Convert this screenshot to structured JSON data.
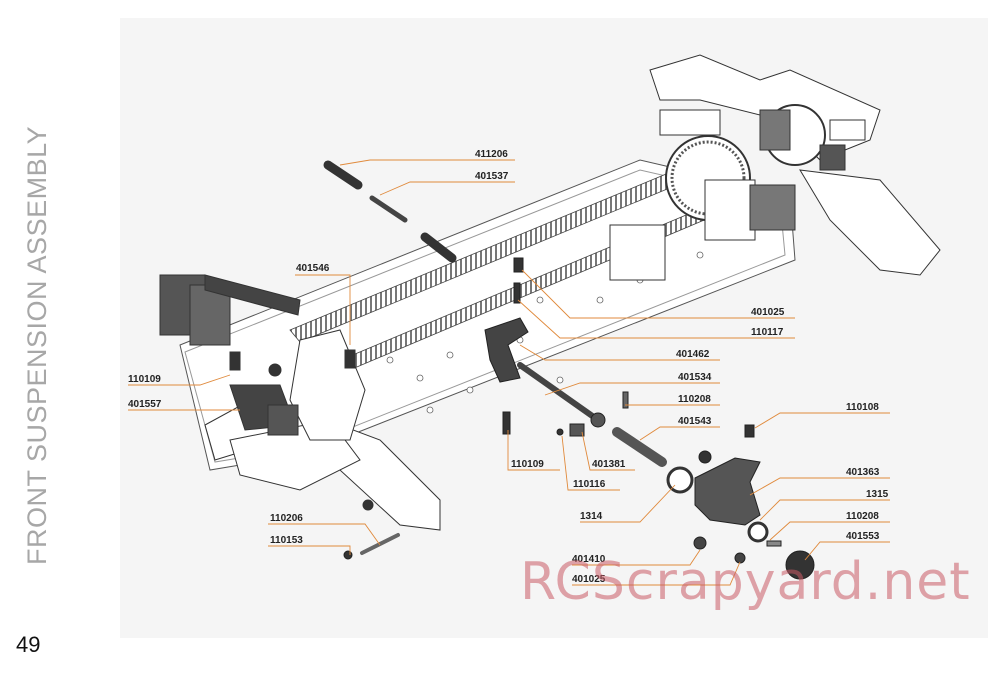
{
  "section_title": "FRONT SUSPENSION ASSEMBLY",
  "page_number": "49",
  "watermark": "RCScrapyard.net",
  "leader_color": "#e08a3c",
  "parts": [
    {
      "id": "411206"
    },
    {
      "id": "401537"
    },
    {
      "id": "401546"
    },
    {
      "id": "401025"
    },
    {
      "id": "110117"
    },
    {
      "id": "401462"
    },
    {
      "id": "110109"
    },
    {
      "id": "401534"
    },
    {
      "id": "401557"
    },
    {
      "id": "110208"
    },
    {
      "id": "110108"
    },
    {
      "id": "401543"
    },
    {
      "id": "401381"
    },
    {
      "id": "110109"
    },
    {
      "id": "110116"
    },
    {
      "id": "401363"
    },
    {
      "id": "1315"
    },
    {
      "id": "1314"
    },
    {
      "id": "110208"
    },
    {
      "id": "110206"
    },
    {
      "id": "401553"
    },
    {
      "id": "110153"
    },
    {
      "id": "401410"
    },
    {
      "id": "401025"
    }
  ]
}
